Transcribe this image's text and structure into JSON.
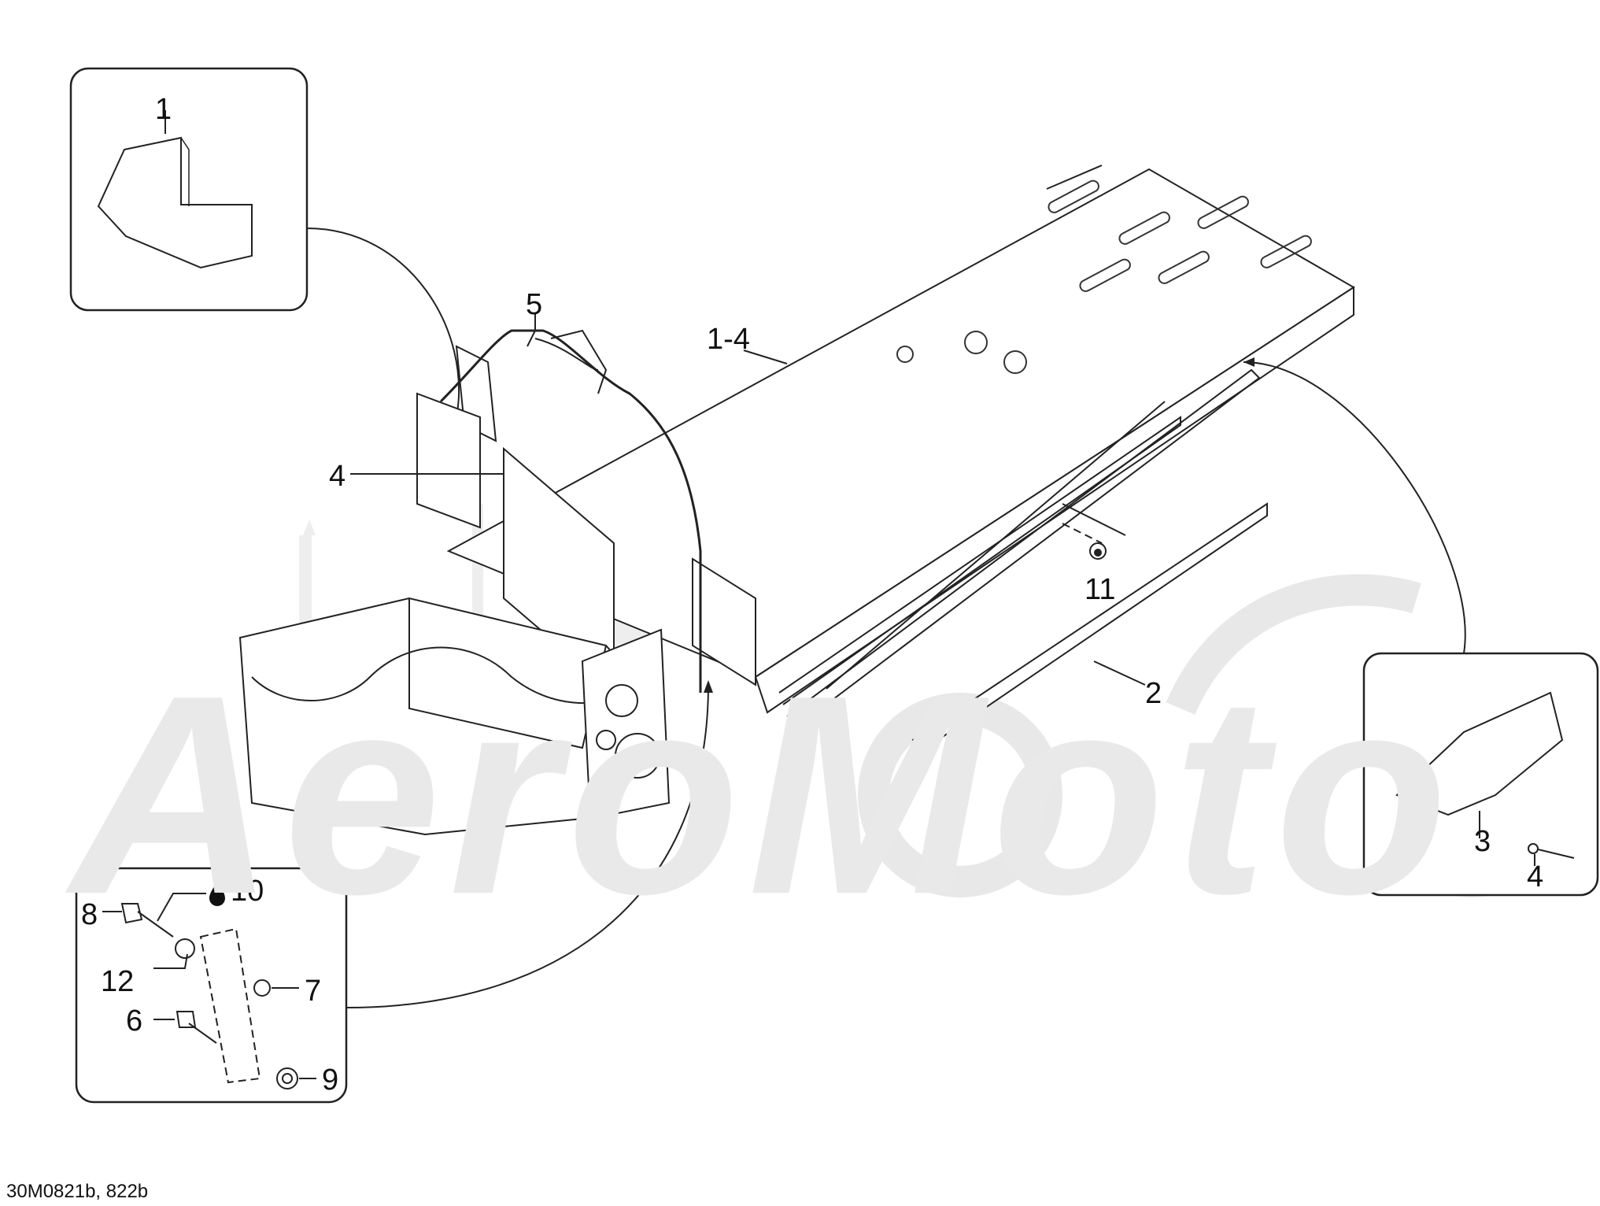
{
  "watermark": {
    "text": "AeroMoto"
  },
  "drawing_code": "30M0821b, 822b",
  "callouts": {
    "insetTopLeft": "1",
    "frame": "1-4",
    "rightTube": "5",
    "plate": "4",
    "plug": "11",
    "runner": "2",
    "insetRightPlate": "3",
    "insetRightRivet": "4",
    "insetBottomFluid": "10",
    "insetBottomBolt": "8",
    "insetBottomWasher": "12",
    "insetBottomNut": "7",
    "insetBottomScrew": "6",
    "insetBottomLocknut": "9"
  },
  "icons": {
    "fluid": "fluid-drop-icon"
  },
  "colors": {
    "line": "#222222",
    "watermark": "#e6e6e6",
    "panel": "#ffffff"
  }
}
